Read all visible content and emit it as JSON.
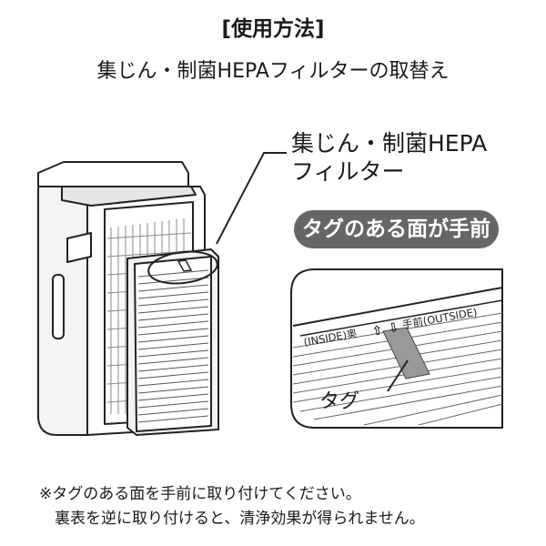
{
  "header": {
    "heading": "[使用方法]",
    "subheading": "集じん・制菌HEPAフィルターの取替え"
  },
  "callout": {
    "filter_label_line1": "集じん・制菌HEPA",
    "filter_label_line2": "フィルター",
    "tag_side_badge": "タグのある面が手前"
  },
  "detail": {
    "inside_text": "(INSIDE)奥",
    "front_text": "手前(OUTSIDE)",
    "tag_text": "タグ"
  },
  "notes": {
    "line1": "※タグのある面を手前に取り付けてください。",
    "line2": "裏表を逆に取り付けると、清浄効果が得られません。"
  },
  "icons": [
    "arrow-up-icon",
    "arrow-down-icon"
  ]
}
